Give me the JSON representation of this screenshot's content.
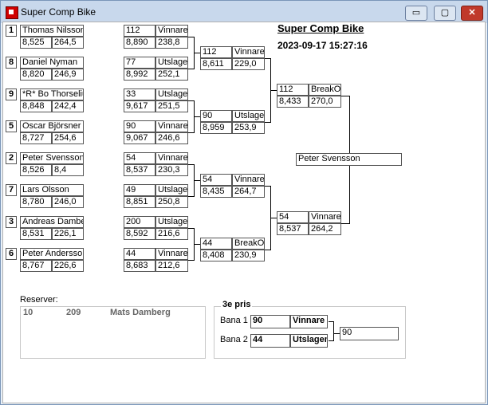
{
  "window": {
    "title": "Super Comp Bike",
    "min": "▭",
    "max": "▢",
    "close": "✕"
  },
  "header": {
    "title": "Super Comp Bike",
    "datetime": "2023-09-17 15:27:16"
  },
  "seeds": [
    "1",
    "8",
    "9",
    "5",
    "2",
    "7",
    "3",
    "6"
  ],
  "riders": [
    {
      "name": "Thomas Nilsson",
      "rt": "8,525",
      "et": "264,5"
    },
    {
      "name": "Daniel Nyman",
      "rt": "8,820",
      "et": "246,9"
    },
    {
      "name": "*R* Bo Thorselius",
      "rt": "8,848",
      "et": "242,4"
    },
    {
      "name": "Oscar Björsner",
      "rt": "8,727",
      "et": "254,6"
    },
    {
      "name": "Peter Svensson",
      "rt": "8,526",
      "et": "8,4"
    },
    {
      "name": "Lars Olsson",
      "rt": "8,780",
      "et": "246,0"
    },
    {
      "name": "Andreas Damberg",
      "rt": "8,531",
      "et": "226,1"
    },
    {
      "name": "Peter Andersson",
      "rt": "8,767",
      "et": "226,6"
    }
  ],
  "r1": [
    {
      "num": "112",
      "res": "Vinnare",
      "rt": "8,890",
      "et": "238,8"
    },
    {
      "num": "77",
      "res": "Utslagen",
      "rt": "8,992",
      "et": "252,1"
    },
    {
      "num": "33",
      "res": "Utslagen",
      "rt": "9,617",
      "et": "251,5"
    },
    {
      "num": "90",
      "res": "Vinnare",
      "rt": "9,067",
      "et": "246,6"
    },
    {
      "num": "54",
      "res": "Vinnare",
      "rt": "8,537",
      "et": "230,3"
    },
    {
      "num": "49",
      "res": "Utslagen",
      "rt": "8,851",
      "et": "250,8"
    },
    {
      "num": "200",
      "res": "Utslagen",
      "rt": "8,592",
      "et": "216,6"
    },
    {
      "num": "44",
      "res": "Vinnare",
      "rt": "8,683",
      "et": "212,6"
    }
  ],
  "r2": [
    {
      "num": "112",
      "res": "Vinnare",
      "rt": "8,611",
      "et": "229,0"
    },
    {
      "num": "90",
      "res": "Utslagen",
      "rt": "8,959",
      "et": "253,9"
    },
    {
      "num": "54",
      "res": "Vinnare",
      "rt": "8,435",
      "et": "264,7"
    },
    {
      "num": "44",
      "res": "BreakOut",
      "rt": "8,408",
      "et": "230,9"
    }
  ],
  "r3": [
    {
      "num": "112",
      "res": "BreakOut",
      "rt": "8,433",
      "et": "270,0"
    },
    {
      "num": "54",
      "res": "Vinnare",
      "rt": "8,537",
      "et": "264,2"
    }
  ],
  "winner": "Peter Svensson",
  "reserves": {
    "label": "Reserver:",
    "num": "10",
    "bike": "209",
    "name": "Mats Damberg"
  },
  "third": {
    "label": "3e pris",
    "lane1": {
      "label": "Bana 1",
      "num": "90",
      "res": "Vinnare"
    },
    "lane2": {
      "label": "Bana 2",
      "num": "44",
      "res": "Utslagen"
    },
    "result": "90"
  }
}
